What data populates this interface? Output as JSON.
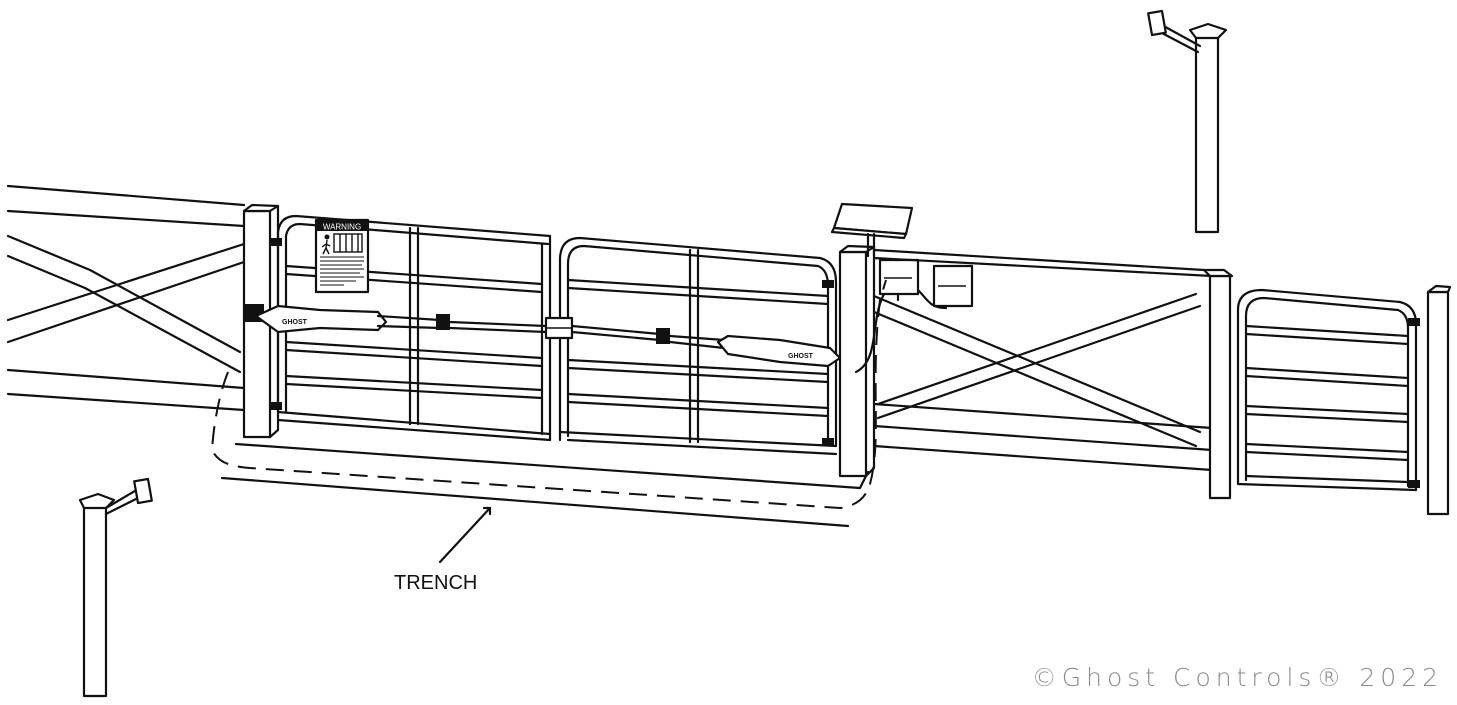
{
  "diagram": {
    "labels": {
      "trench": "TRENCH",
      "warning_sign_title": "WARNING",
      "opener_brand": "GHOST",
      "copyright": "©Ghost Controls® 2022"
    },
    "components": [
      "left-fence-section",
      "left-gate-post",
      "left-gate-leaf",
      "right-gate-leaf",
      "right-gate-post",
      "solar-panel",
      "control-box",
      "battery-box",
      "right-fence-section",
      "small-walk-gate",
      "left-mailbox-post",
      "right-mailbox-post",
      "left-gate-opener-arm",
      "right-gate-opener-arm",
      "center-gate-latch",
      "warning-sign",
      "trench-outline"
    ],
    "colors": {
      "line": "#111111",
      "background": "#ffffff",
      "copyright_text": "#8a8a8a"
    }
  }
}
